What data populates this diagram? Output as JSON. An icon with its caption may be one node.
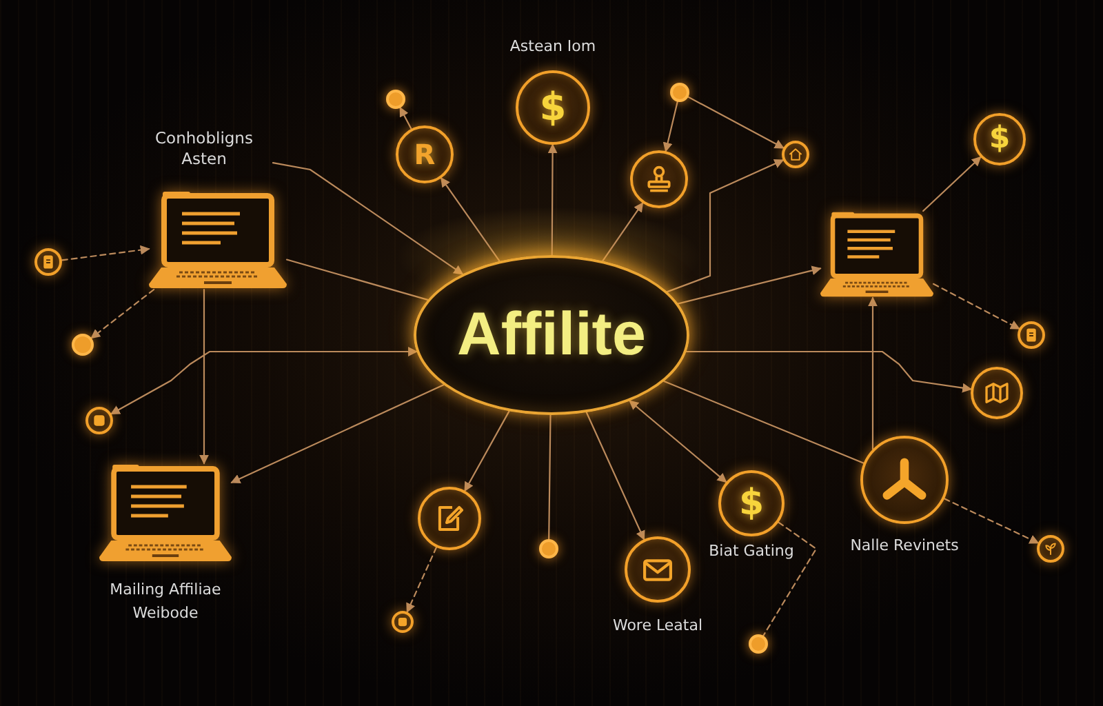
{
  "diagram": {
    "nodes": [
      {
        "text": [
          "Astean Iom",
          "$"
        ]
      },
      {
        "text": [],
        "shape": "circle"
      },
      {
        "text": [],
        "shape": "circle"
      },
      {
        "text": [
          "Conhobligns Asten"
        ]
      },
      {
        "text": [
          "R"
        ]
      },
      {
        "text": [],
        "shape": "circle"
      },
      {
        "text": [
          "$"
        ]
      },
      {
        "text": [],
        "shape": "circle"
      },
      {
        "text": [],
        "shape": "laptop"
      },
      {
        "text": [],
        "shape": "laptop"
      },
      {
        "text": [],
        "shape": "circle"
      },
      {
        "text": [
          "Affilite"
        ]
      },
      {
        "text": [],
        "shape": "circle"
      },
      {
        "text": [],
        "shape": "circle"
      },
      {
        "text": [],
        "shape": "circle"
      },
      {
        "text": [],
        "shape": "circle"
      },
      {
        "text": [
          "Nalle Revinets"
        ]
      },
      {
        "text": [
          "Mailing Affiliae Weibode"
        ]
      },
      {
        "text": [
          "$",
          "Biat Gating"
        ]
      },
      {
        "text": [],
        "shape": "circle"
      },
      {
        "text": [],
        "shape": "circle"
      },
      {
        "text": [],
        "shape": "circle"
      },
      {
        "text": [
          "Wore Leatal"
        ]
      },
      {
        "text": [],
        "shape": "circle"
      },
      {
        "text": [],
        "shape": "circle"
      }
    ],
    "edges": [
      {
        "from": 11,
        "to": 0,
        "arrow": "to"
      },
      {
        "from": 11,
        "to": 4,
        "arrow": "to"
      },
      {
        "from": 4,
        "to": 1,
        "arrow": "to"
      },
      {
        "from": 11,
        "to": 7,
        "arrow": "to"
      },
      {
        "from": 2,
        "to": 7,
        "arrow": "to"
      },
      {
        "from": 2,
        "to": 5,
        "arrow": "to"
      },
      {
        "from": 11,
        "to": 5,
        "arrow": "to"
      },
      {
        "from": 11,
        "to": 9,
        "arrow": "to"
      },
      {
        "from": 9,
        "to": 6,
        "arrow": "to"
      },
      {
        "from": 9,
        "to": 12,
        "arrow": "to",
        "style": "dashed"
      },
      {
        "from": 11,
        "to": 14,
        "arrow": "to"
      },
      {
        "from": 16,
        "to": 9,
        "arrow": "to"
      },
      {
        "from": 11,
        "to": 16,
        "arrow": "none"
      },
      {
        "from": 16,
        "to": 21,
        "arrow": "to",
        "style": "dashed"
      },
      {
        "from": 11,
        "to": 18,
        "arrow": "both"
      },
      {
        "from": 18,
        "to": 24,
        "arrow": "none",
        "style": "dashed"
      },
      {
        "from": 11,
        "to": 22,
        "arrow": "to"
      },
      {
        "from": 11,
        "to": 20,
        "arrow": "none"
      },
      {
        "from": 11,
        "to": 19,
        "arrow": "to"
      },
      {
        "from": 19,
        "to": 23,
        "arrow": "to",
        "style": "dashed"
      },
      {
        "from": 11,
        "to": 15,
        "arrow": "both"
      },
      {
        "from": 11,
        "to": 17,
        "arrow": "to"
      },
      {
        "from": 8,
        "to": 17,
        "arrow": "to"
      },
      {
        "from": 8,
        "to": 13,
        "arrow": "to",
        "style": "dashed"
      },
      {
        "from": 10,
        "to": 8,
        "arrow": "to",
        "style": "dashed"
      },
      {
        "from": 8,
        "to": 11,
        "arrow": "none"
      },
      {
        "from": 3,
        "to": 11,
        "arrow": "to"
      }
    ]
  }
}
